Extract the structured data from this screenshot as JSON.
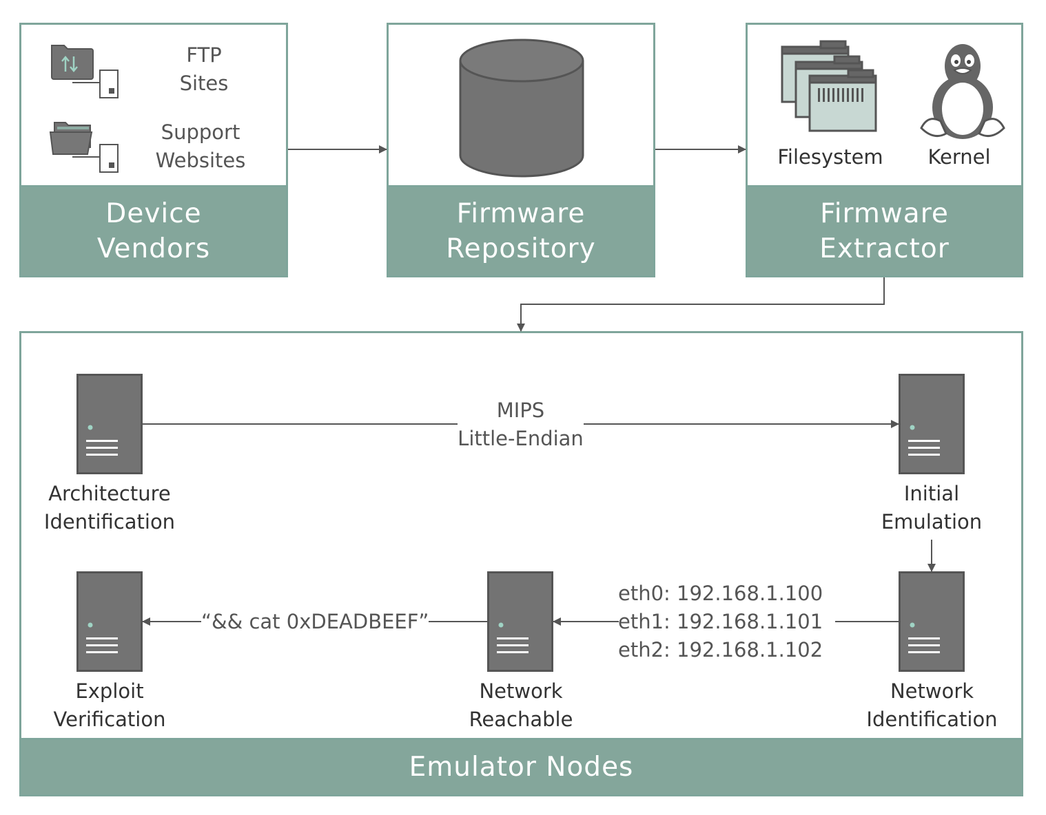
{
  "colors": {
    "accent_band": "#84a69b",
    "panel_border": "#7fa59b",
    "icon_gray": "#737373",
    "line": "#555555",
    "icon_accent": "#9fd3c4"
  },
  "vendors": {
    "title_line1": "Device",
    "title_line2": "Vendors",
    "ftp_line1": "FTP",
    "ftp_line2": "Sites",
    "support_line1": "Support",
    "support_line2": "Websites",
    "icons": [
      "ftp-folder-icon",
      "open-folder-icon",
      "computer-icon"
    ]
  },
  "repository": {
    "title_line1": "Firmware",
    "title_line2": "Repository",
    "icon": "database-cylinder-icon"
  },
  "extractor": {
    "title_line1": "Firmware",
    "title_line2": "Extractor",
    "filesystem_label": "Filesystem",
    "kernel_label": "Kernel",
    "icons": [
      "filesystem-stack-icon",
      "linux-penguin-icon"
    ]
  },
  "emulator": {
    "title": "Emulator Nodes",
    "nodes": {
      "arch": {
        "line1": "Architecture",
        "line2": "Identification"
      },
      "initial": {
        "line1": "Initial",
        "line2": "Emulation"
      },
      "netid": {
        "line1": "Network",
        "line2": "Identification"
      },
      "reach": {
        "line1": "Network",
        "line2": "Reachable"
      },
      "exploit": {
        "line1": "Exploit",
        "line2": "Verification"
      }
    },
    "arch_edge_line1": "MIPS",
    "arch_edge_line2": "Little-Endian",
    "interfaces": [
      "eth0: 192.168.1.100",
      "eth1: 192.168.1.101",
      "eth2: 192.168.1.102"
    ],
    "exploit_command": "“&& cat 0xDEADBEEF”"
  }
}
